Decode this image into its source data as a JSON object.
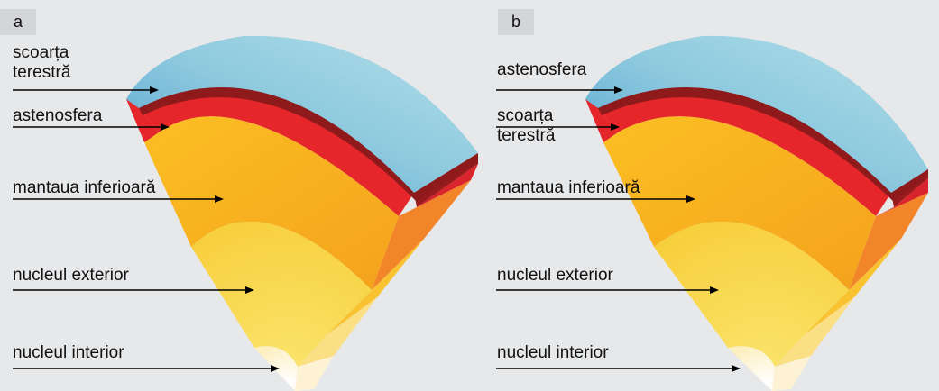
{
  "panels": [
    {
      "tag": "a",
      "labels": [
        {
          "lines": [
            "scoarța",
            "terestră"
          ]
        },
        {
          "lines": [
            "astenosfera"
          ]
        },
        {
          "lines": [
            "mantaua inferioară"
          ]
        },
        {
          "lines": [
            "nucleul exterior"
          ]
        },
        {
          "lines": [
            "nucleul interior"
          ]
        }
      ]
    },
    {
      "tag": "b",
      "labels": [
        {
          "lines": [
            "astenosfera"
          ]
        },
        {
          "lines": [
            "scoarța",
            "terestră"
          ]
        },
        {
          "lines": [
            "mantaua inferioară"
          ]
        },
        {
          "lines": [
            "nucleul exterior"
          ]
        },
        {
          "lines": [
            "nucleul interior"
          ]
        }
      ]
    }
  ],
  "colors": {
    "background": "#e7e8ea",
    "tag_background": "#d3d5d8",
    "crust_top": "#7fc3d8",
    "crust": "#a31d20",
    "asthenosphere": "#e5262a",
    "lower_mantle": "#f5b021",
    "outer_core": "#f8d94b",
    "inner_core": "#fdf7d9",
    "arrow": "#000000"
  }
}
